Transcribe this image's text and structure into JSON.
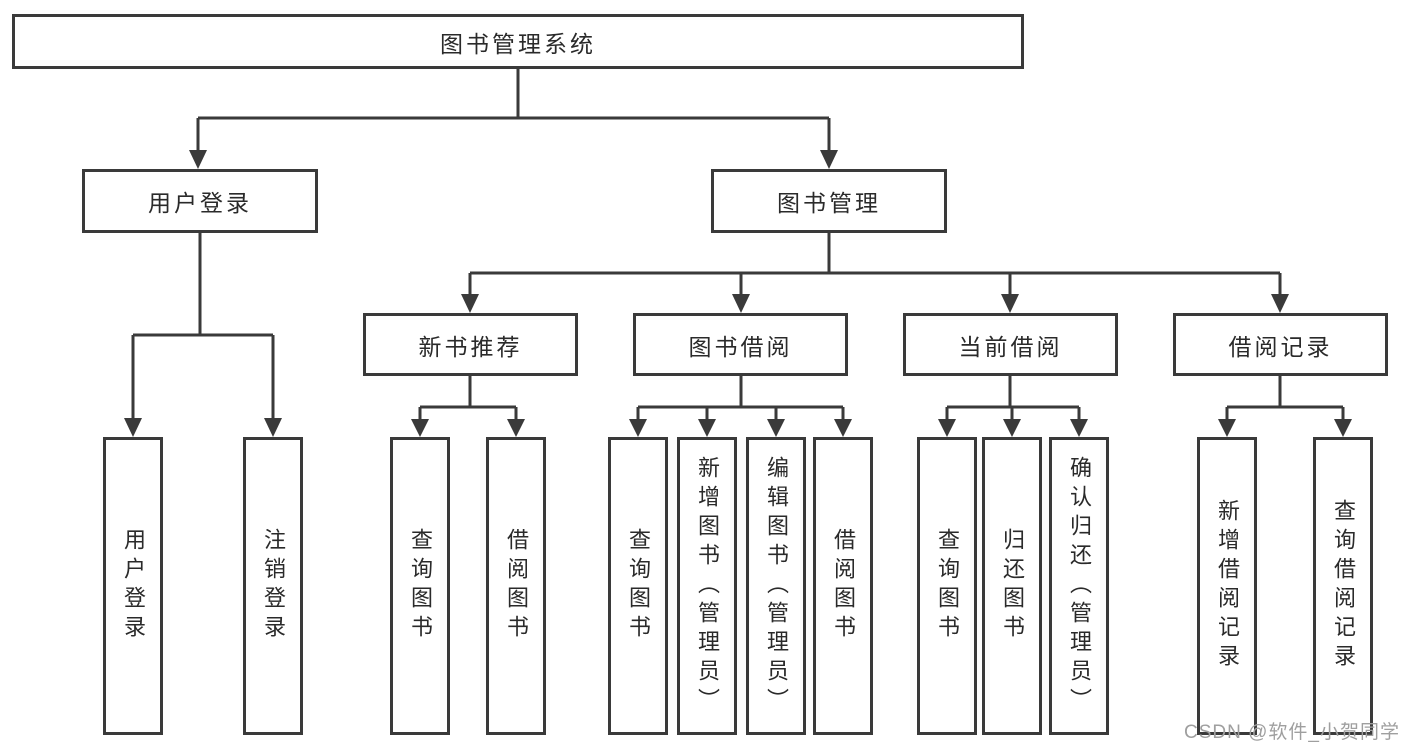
{
  "colors": {
    "line": "#3a3a3a",
    "text": "#2a2a2a",
    "watermark": "#9f9f9f",
    "background": "#ffffff"
  },
  "watermark": {
    "text": "CSDN @软件_小贺同学"
  },
  "tree": {
    "root": "图书管理系统",
    "children": [
      {
        "label": "用户登录",
        "children": [
          "用户登录",
          "注销登录"
        ]
      },
      {
        "label": "图书管理",
        "children": [
          {
            "label": "新书推荐",
            "children": [
              "查询图书",
              "借阅图书"
            ]
          },
          {
            "label": "图书借阅",
            "children": [
              "查询图书",
              "新增图书（管理员）",
              "编辑图书（管理员）",
              "借阅图书"
            ]
          },
          {
            "label": "当前借阅",
            "children": [
              "查询图书",
              "归还图书",
              "确认归还（管理员）"
            ]
          },
          {
            "label": "借阅记录",
            "children": [
              "新增借阅记录",
              "查询借阅记录"
            ]
          }
        ]
      }
    ]
  }
}
